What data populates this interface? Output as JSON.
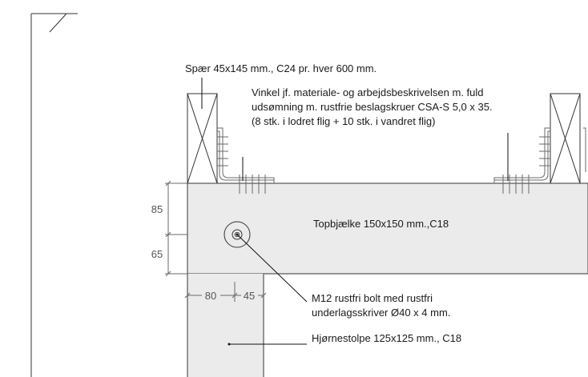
{
  "labels": {
    "rafter": "Spær 45x145 mm., C24 pr. hver 600 mm.",
    "bracket_line1": "Vinkel jf. materiale- og arbejdsbeskrivelsen m. fuld",
    "bracket_line2": "udsømning m. rustfrie beslagskruer CSA-S 5,0 x 35.",
    "bracket_line3": "(8 stk. i lodret flig + 10 stk. i vandret flig)",
    "top_beam": "Topbjælke 150x150 mm.,C18",
    "bolt_line1": "M12 rustfri bolt med rustfri",
    "bolt_line2": "underlagsskriver Ø40 x 4 mm.",
    "corner_post": "Hjørnestolpe 125x125 mm., C18"
  },
  "dimensions": {
    "upper_height": "85",
    "lower_height": "65",
    "post_offset": "80",
    "post_half": "45"
  },
  "colors": {
    "beam_fill": "#ebebeb",
    "line": "#333333",
    "leader": "#111111"
  }
}
